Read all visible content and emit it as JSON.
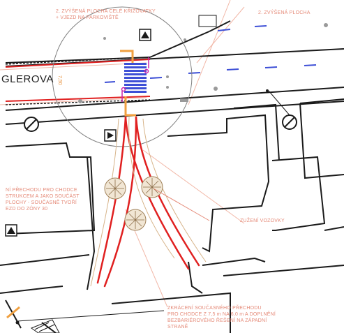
{
  "street_name": "GLEROVA",
  "dimension_label": "7,50",
  "notes": {
    "top_left": "2. ZVÝŠENÁ PLOCHA CELÉ KŘIŽOVATKY\n+ VJEZD NA PARKOVIŠTĚ",
    "top_right": "2. ZVÝŠENÁ PLOCHA",
    "left_middle": "NÍ PŘECHODU PRO CHODCE\nSTRUKCEM A JAKO SOUČÁST\nPLOCHY - SOUČASNĚ TVOŘÍ\nEZD DO ZÓNY 30",
    "right_middle": "ZUŽENÍ VOZOVKY",
    "bottom": "ZKRÁCENÍ SOUČASNÉHO PŘECHODU\nPRO CHODCE Z 7,5 m NA 6,0 m A DOPLNĚNÍ\nBEZBARIÉROVÉHO ŘEŠENÍ NA ZÁPADNÍ\nSTRANĚ"
  },
  "colors": {
    "road_line": "#1a1a1a",
    "red_track": "#e02020",
    "note_text": "#e58a78",
    "crossing_blue": "#3d4fd6",
    "orange": "#f0a040",
    "magenta": "#cc22aa"
  },
  "icons": [
    "no-entry-sign-icon",
    "no-entry-sign-icon",
    "triangle-sign-icon",
    "triangle-sign-icon",
    "tree-icon",
    "tree-icon",
    "tree-icon"
  ]
}
